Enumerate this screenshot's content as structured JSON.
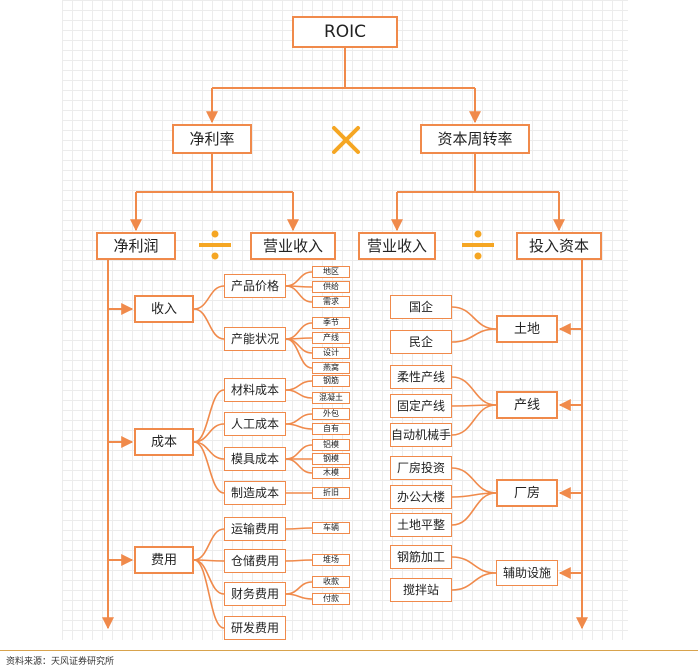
{
  "top": {
    "roic": "ROIC"
  },
  "level1": {
    "net_margin": "净利率",
    "asset_turnover": "资本周转率"
  },
  "level2": {
    "net_profit": "净利润",
    "revenue_left": "营业收入",
    "revenue_right": "营业收入",
    "invested_capital": "投入资本"
  },
  "left": {
    "income": {
      "label": "收入",
      "price": {
        "label": "产品价格",
        "leaves": [
          "地区",
          "供给",
          "需求"
        ]
      },
      "capacity": {
        "label": "产能状况",
        "leaves": [
          "季节",
          "产线",
          "设计",
          "燕窝"
        ]
      }
    },
    "cost": {
      "label": "成本",
      "material": {
        "label": "材料成本",
        "leaves": [
          "钢筋",
          "混凝土"
        ]
      },
      "labor": {
        "label": "人工成本",
        "leaves": [
          "外包",
          "自有"
        ]
      },
      "mould": {
        "label": "模具成本",
        "leaves": [
          "铝模",
          "钢模",
          "木模"
        ]
      },
      "manufacturing": {
        "label": "制造成本",
        "leaves": [
          "折旧"
        ]
      }
    },
    "expense": {
      "label": "费用",
      "transport": {
        "label": "运输费用",
        "leaves": [
          "车辆"
        ]
      },
      "storage": {
        "label": "仓储费用",
        "leaves": [
          "堆场"
        ]
      },
      "finance": {
        "label": "财务费用",
        "leaves": [
          "收款",
          "付款"
        ]
      },
      "rnd": {
        "label": "研发费用",
        "leaves": []
      }
    }
  },
  "right": {
    "land": {
      "label": "土地",
      "items": [
        "国企",
        "民企"
      ]
    },
    "line": {
      "label": "产线",
      "items": [
        "柔性产线",
        "固定产线",
        "自动机械手"
      ]
    },
    "plant": {
      "label": "厂房",
      "items": [
        "厂房投资",
        "办公大楼",
        "土地平整"
      ]
    },
    "aux": {
      "label": "辅助设施",
      "items": [
        "钢筋加工",
        "搅拌站"
      ]
    }
  },
  "footer": {
    "source": "资料来源：天风证券研究所"
  },
  "colors": {
    "line": "#f08a4b",
    "operator": "#f5a623",
    "footer_rule": "#d8a34d"
  }
}
